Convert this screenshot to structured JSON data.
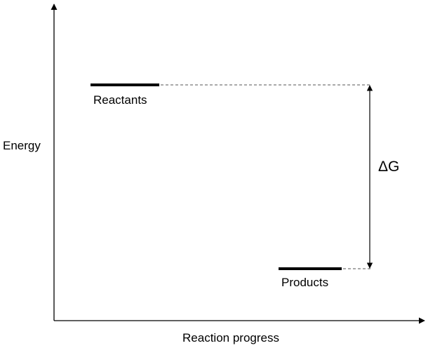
{
  "labels": {
    "y_axis": "Energy",
    "x_axis": "Reaction progress",
    "reactants": "Reactants",
    "products": "Products",
    "delta": "ΔG"
  },
  "colors": {
    "line": "#000000",
    "dashed": "#555555",
    "background": "#ffffff"
  }
}
